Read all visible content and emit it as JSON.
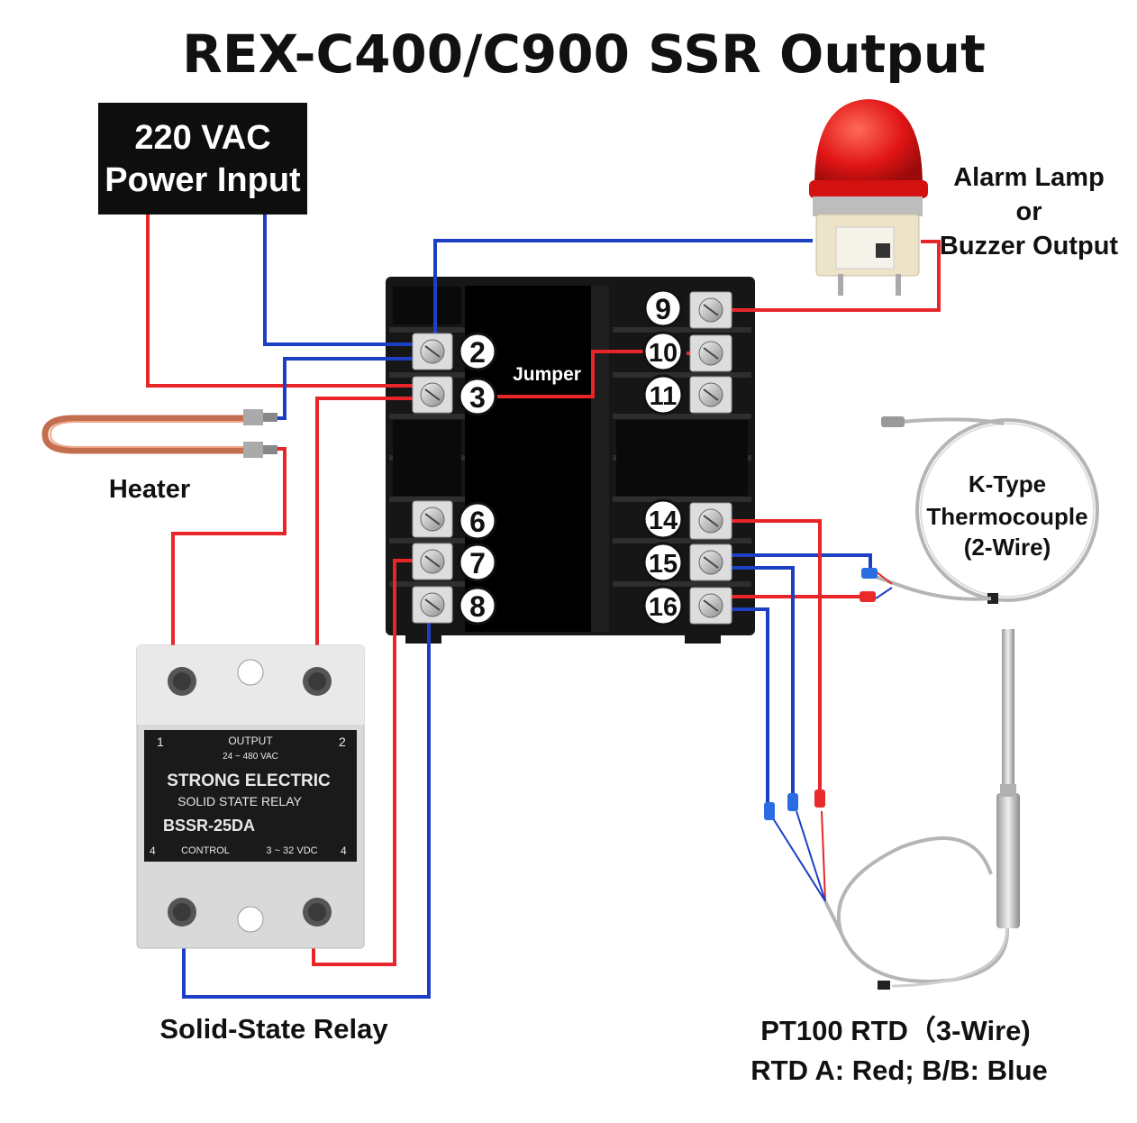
{
  "title": "REX-C400/C900 SSR Output",
  "power_box": {
    "line1": "220 VAC",
    "line2": "Power Input"
  },
  "alarm": {
    "line1": "Alarm Lamp",
    "line2": "or",
    "line3": "Buzzer Output"
  },
  "jumper_label": "Jumper",
  "heater_label": "Heater",
  "thermocouple": {
    "line1": "K-Type",
    "line2": "Thermocouple",
    "line3": "(2-Wire)"
  },
  "ssr": {
    "caption": "Solid-State Relay",
    "output_label": "OUTPUT",
    "output_range": "24 ~ 480 VAC",
    "brand": "STRONG ELECTRIC",
    "type": "SOLID STATE RELAY",
    "model": "BSSR-25DA",
    "control_label": "CONTROL",
    "control_range": "3 ~ 32 VDC",
    "pin1": "1",
    "pin2": "2",
    "pin3": "4",
    "pin4": "4"
  },
  "rtd": {
    "line1": "PT100 RTD（3-Wire)",
    "line2": "RTD A: Red; B/B: Blue"
  },
  "terminals": {
    "left": [
      "2",
      "3",
      "6",
      "7",
      "8"
    ],
    "right": [
      "9",
      "10",
      "11",
      "14",
      "15",
      "16"
    ]
  },
  "colors": {
    "red_wire": "#e8262a",
    "blue_wire": "#1c3fc4",
    "lamp": "#e01515",
    "controller": "#151515"
  }
}
